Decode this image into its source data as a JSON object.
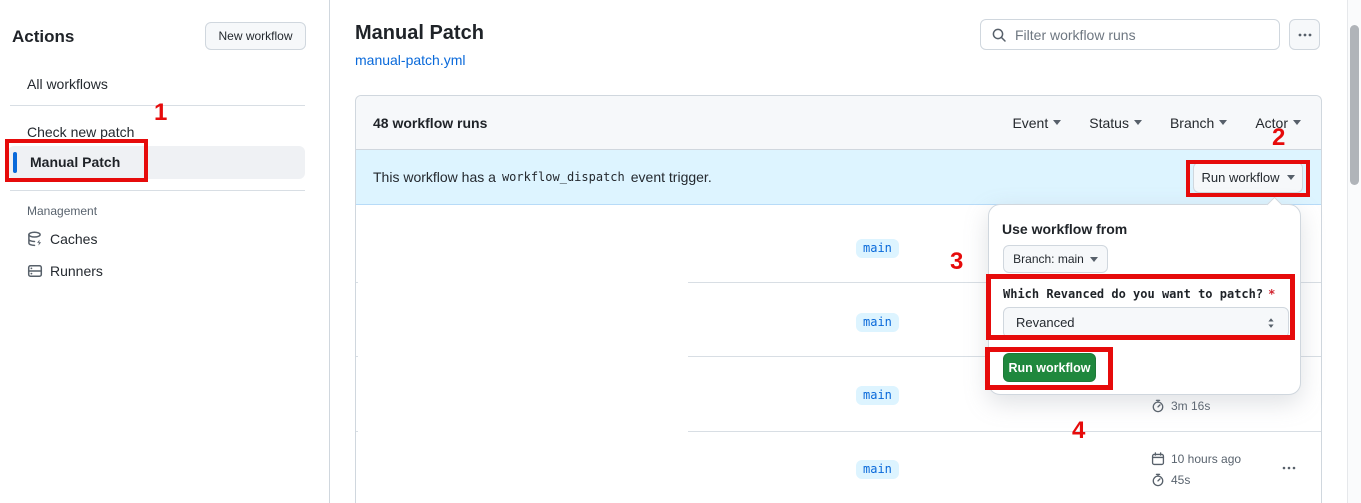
{
  "colors": {
    "annotation_red": "#e60b0b",
    "tab_indicator_orange": "#fd8c73",
    "link_blue": "#0969da",
    "banner_blue_bg": "#ddf4ff",
    "primary_green": "#1f883d",
    "branch_badge_text": "#0969da",
    "branch_badge_bg": "#ddf4ff"
  },
  "sidebar": {
    "title": "Actions",
    "new_workflow_button": "New workflow",
    "items": [
      {
        "label": "All workflows",
        "selected": false
      },
      {
        "label": "Check new patch",
        "selected": false
      },
      {
        "label": "Manual Patch",
        "selected": true
      }
    ],
    "management": {
      "heading": "Management",
      "items": [
        {
          "label": "Caches",
          "icon": "cache-icon"
        },
        {
          "label": "Runners",
          "icon": "server-icon"
        }
      ]
    }
  },
  "main": {
    "title": "Manual Patch",
    "file_link": "manual-patch.yml",
    "search": {
      "placeholder": "Filter workflow runs",
      "icon": "search-icon"
    },
    "more_options_icon": "kebab-icon",
    "runs_header": {
      "count_label": "48 workflow runs",
      "filters": [
        {
          "label": "Event"
        },
        {
          "label": "Status"
        },
        {
          "label": "Branch"
        },
        {
          "label": "Actor"
        }
      ]
    },
    "banner": {
      "text_before": "This workflow has a",
      "code_token": "workflow_dispatch",
      "text_after": "event trigger.",
      "run_workflow_button": "Run workflow"
    },
    "rows": [
      {
        "branch": "main"
      },
      {
        "branch": "main"
      },
      {
        "branch": "main",
        "duration": "3m 16s"
      },
      {
        "branch": "main",
        "started": "10 hours ago",
        "duration": "45s"
      }
    ]
  },
  "run_dialog": {
    "heading": "Use workflow from",
    "branch_selector": "Branch: main",
    "input_label": "Which Revanced do you want to patch?",
    "required_mark": "*",
    "select_value": "Revanced",
    "run_button": "Run workflow"
  },
  "annotations": {
    "n1": "1",
    "n2": "2",
    "n3": "3",
    "n4": "4"
  }
}
